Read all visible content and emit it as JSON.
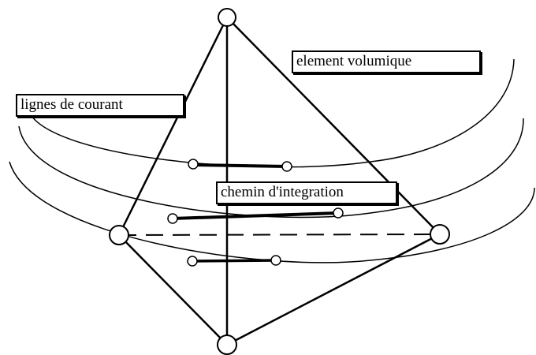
{
  "labels": {
    "volume_element": "element volumique",
    "streamlines": "lignes de courant",
    "integration_path": "chemin d'integration"
  },
  "colors": {
    "stroke": "#000000",
    "background": "#ffffff"
  }
}
